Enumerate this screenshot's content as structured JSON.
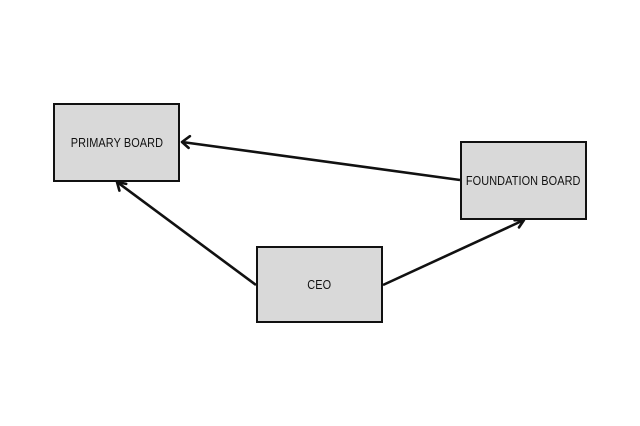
{
  "diagram": {
    "nodes": [
      {
        "id": "primary_board",
        "label": "PRIMARY BOARD"
      },
      {
        "id": "foundation_board",
        "label": "FOUNDATION BOARD"
      },
      {
        "id": "ceo",
        "label": "CEO"
      }
    ],
    "edges": [
      {
        "from": "foundation_board",
        "to": "primary_board"
      },
      {
        "from": "ceo",
        "to": "primary_board"
      },
      {
        "from": "ceo",
        "to": "foundation_board"
      }
    ],
    "colors": {
      "node_fill": "#d9d9d9",
      "stroke": "#111111",
      "background": "#ffffff"
    }
  }
}
